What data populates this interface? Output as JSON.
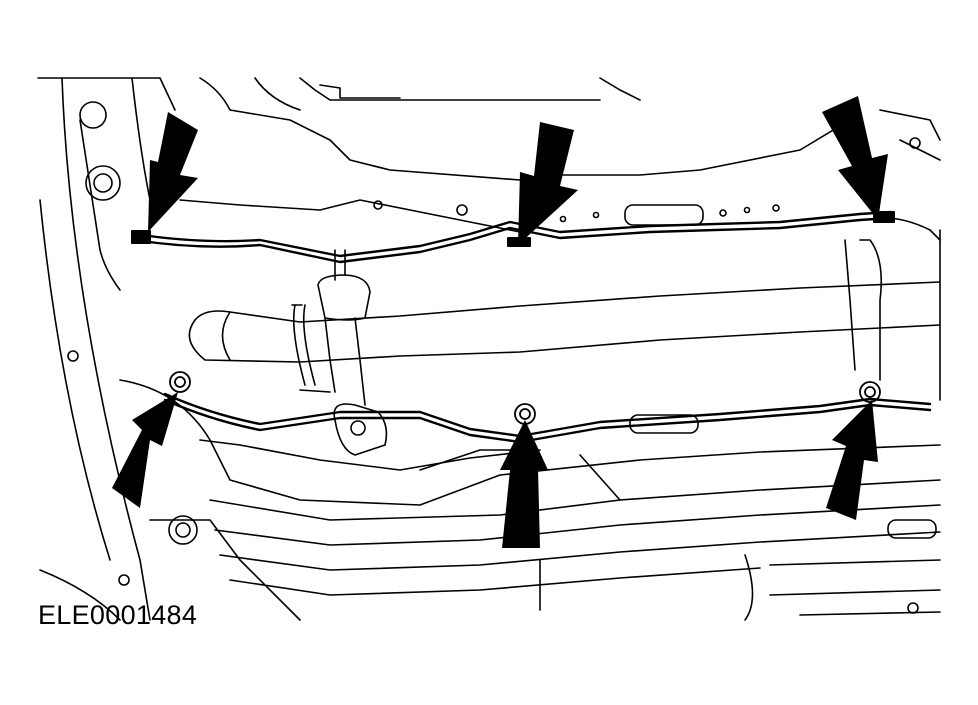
{
  "figure": {
    "reference_code": "ELE0001484",
    "colors": {
      "line": "#000000",
      "background": "#ffffff"
    },
    "callouts": {
      "count": 6,
      "icon": "arrow-icon",
      "targets": [
        "upper-left-clip",
        "upper-center-clip",
        "upper-right-clip",
        "lower-left-nut",
        "lower-center-nut",
        "lower-right-nut"
      ]
    }
  }
}
